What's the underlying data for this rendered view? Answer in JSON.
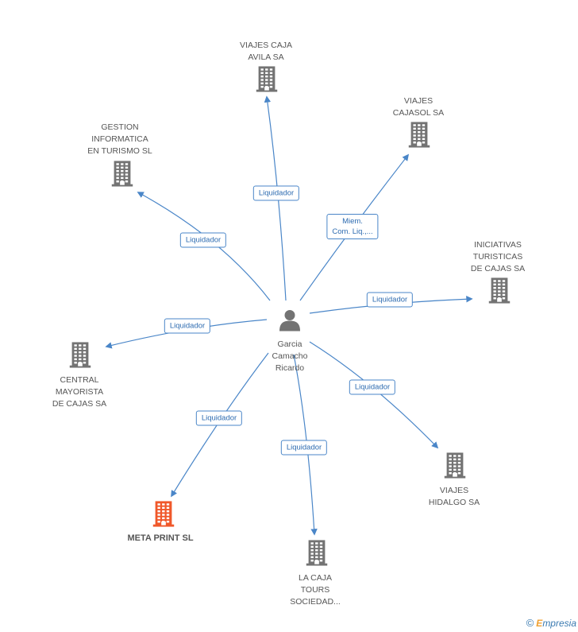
{
  "center": {
    "label": "Garcia\nCamacho\nRicardo"
  },
  "nodes": [
    {
      "id": "viajes-caja-avila",
      "label": "VIAJES CAJA\nAVILA SA",
      "highlight": false
    },
    {
      "id": "viajes-cajasol",
      "label": "VIAJES\nCAJASOL SA",
      "highlight": false
    },
    {
      "id": "gestion-informatica",
      "label": "GESTION\nINFORMATICA\nEN TURISMO  SL",
      "highlight": false
    },
    {
      "id": "iniciativas-turisticas",
      "label": "INICIATIVAS\nTURISTICAS\nDE CAJAS SA",
      "highlight": false
    },
    {
      "id": "central-mayorista",
      "label": "CENTRAL\nMAYORISTA\nDE CAJAS SA",
      "highlight": false
    },
    {
      "id": "viajes-hidalgo",
      "label": "VIAJES\nHIDALGO SA",
      "highlight": false
    },
    {
      "id": "meta-print",
      "label": "META PRINT SL",
      "highlight": true
    },
    {
      "id": "la-caja-tours",
      "label": "LA CAJA\nTOURS\nSOCIEDAD...",
      "highlight": false
    }
  ],
  "edges": [
    {
      "target": "viajes-caja-avila",
      "label": "Liquidador"
    },
    {
      "target": "viajes-cajasol",
      "label": "Miem.\nCom. Liq.,..."
    },
    {
      "target": "gestion-informatica",
      "label": "Liquidador"
    },
    {
      "target": "iniciativas-turisticas",
      "label": "Liquidador"
    },
    {
      "target": "central-mayorista",
      "label": "Liquidador"
    },
    {
      "target": "viajes-hidalgo",
      "label": "Liquidador"
    },
    {
      "target": "meta-print",
      "label": "Liquidador"
    },
    {
      "target": "la-caja-tours",
      "label": "Liquidador"
    }
  ],
  "colors": {
    "edge": "#4a86c8",
    "building": "#737373",
    "building_highlight": "#f0582a",
    "person": "#737373"
  },
  "footer": {
    "copyright": "©",
    "brand_initial": "E",
    "brand_rest": "mpresia"
  }
}
